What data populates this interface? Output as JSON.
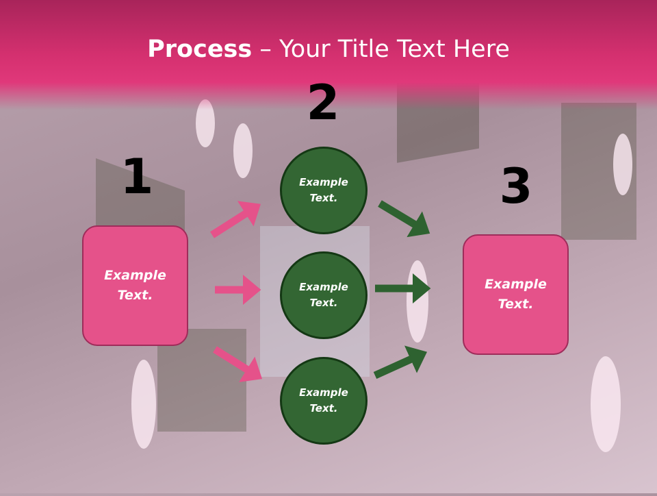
{
  "title": {
    "bold": "Process",
    "rest": " – Your Title Text Here"
  },
  "steps": {
    "one": "1",
    "two": "2",
    "three": "3"
  },
  "box_left": {
    "line1": "Example",
    "line2": "Text."
  },
  "box_right": {
    "line1": "Example",
    "line2": "Text."
  },
  "circles": [
    {
      "line1": "Example",
      "line2": "Text."
    },
    {
      "line1": "Example",
      "line2": "Text."
    },
    {
      "line1": "Example",
      "line2": "Text."
    }
  ],
  "colors": {
    "pink": "#e5528a",
    "green": "#336633",
    "header": "#d4306f"
  }
}
